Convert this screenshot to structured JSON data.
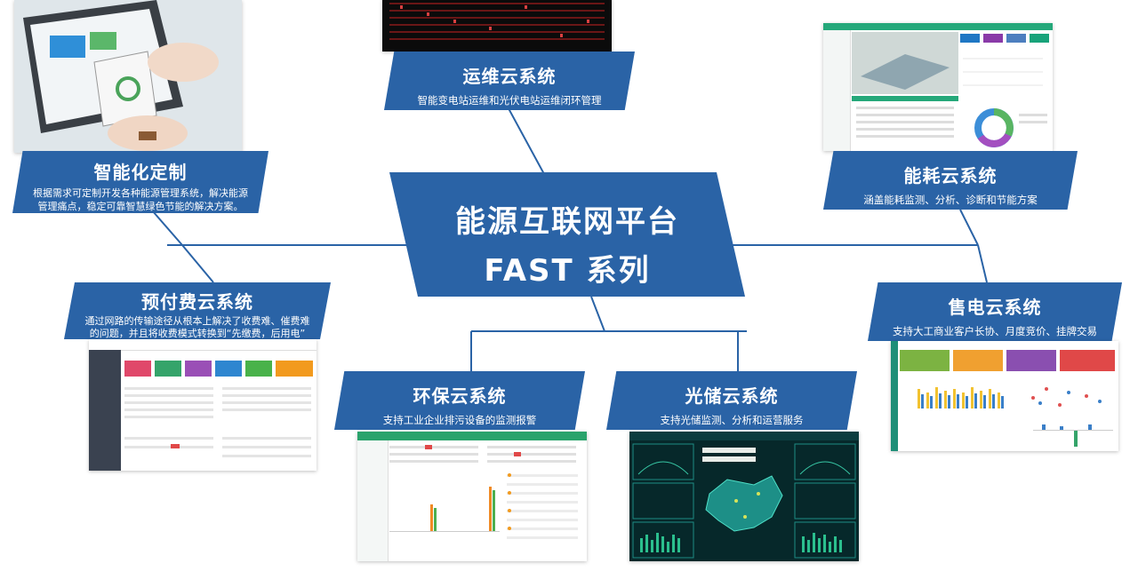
{
  "center": {
    "line1": "能源互联网平台",
    "line2": "FAST 系列"
  },
  "cards": {
    "yunwei": {
      "title": "运维云系统",
      "subtitle": "智能变电站运维和光伏电站运维闭环管理"
    },
    "zhineng": {
      "title": "智能化定制",
      "subtitle": "根据需求可定制开发各种能源管理系统，解决能源管理痛点，稳定可靠智慧绿色节能的解决方案。"
    },
    "nenghao": {
      "title": "能耗云系统",
      "subtitle": "涵盖能耗监测、分析、诊断和节能方案"
    },
    "yufufei": {
      "title": "预付费云系统",
      "subtitle": "通过网路的传输途径从根本上解决了收费难、催费难的问题，并且将收费模式转换到“先缴费，后用电”"
    },
    "shoudian": {
      "title": "售电云系统",
      "subtitle": "支持大工商业客户长协、月度竞价、挂牌交易"
    },
    "huanbao": {
      "title": "环保云系统",
      "subtitle": "支持工业企业排污设备的监测报警"
    },
    "guangchu": {
      "title": "光储云系统",
      "subtitle": "支持光储监测、分析和运营服务"
    }
  },
  "colors": {
    "banner": "#2a63a6",
    "line": "#2a63a6"
  }
}
